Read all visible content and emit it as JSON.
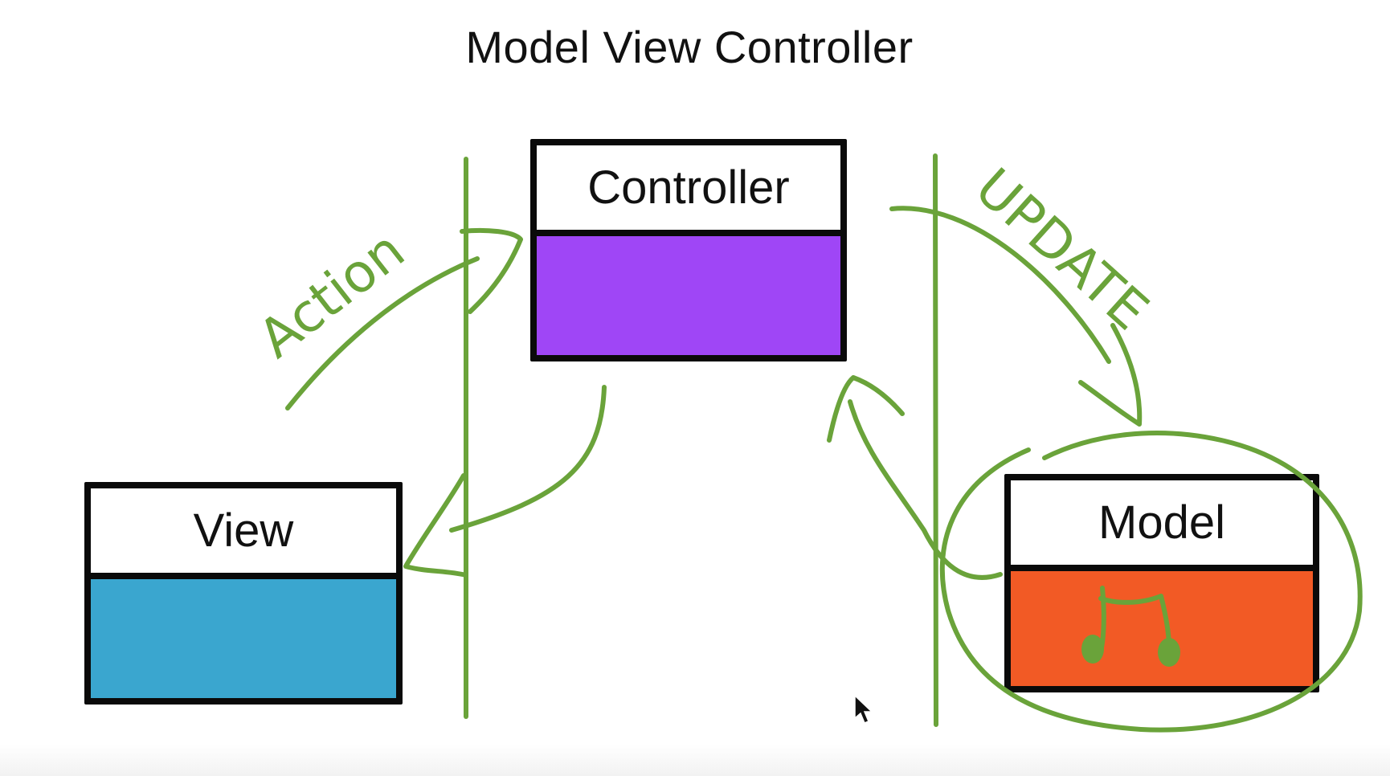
{
  "title": "Model View Controller",
  "colors": {
    "ink": "#6aa33a",
    "controller_body": "#9f46f6",
    "view_body": "#3aa6cf",
    "model_body": "#f25a25",
    "border": "#0a0a0a"
  },
  "boxes": {
    "controller": {
      "label": "Controller"
    },
    "view": {
      "label": "View"
    },
    "model": {
      "label": "Model"
    }
  },
  "annotations": {
    "action": "Action",
    "update": "UPDATE"
  },
  "icons": {
    "model_doodle": "music-note-doodle",
    "pointer": "mouse-pointer-icon"
  }
}
